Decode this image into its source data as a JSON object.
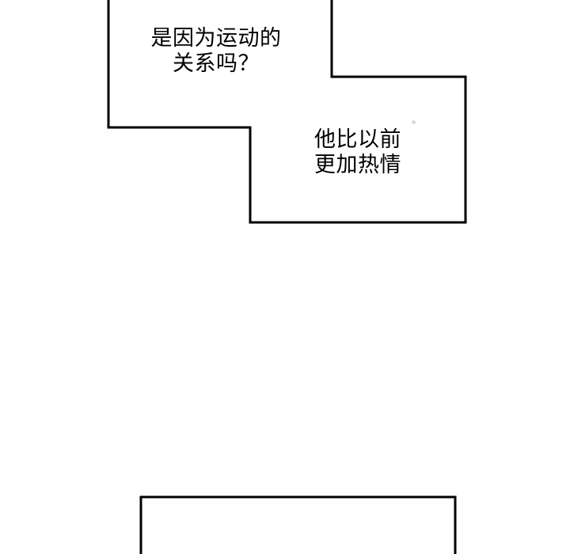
{
  "page": {
    "background_color": "#ffffff",
    "line_color": "#000000",
    "text_color": "#000000"
  },
  "speech_bubbles": [
    {
      "id": "top-left-bubble",
      "lines": [
        "是因为运动的",
        "关系吗？"
      ]
    },
    {
      "id": "middle-right-bubble",
      "lines": [
        "他比以前",
        "更加热情"
      ]
    }
  ],
  "bottom_panel": {
    "visible_content": ""
  }
}
